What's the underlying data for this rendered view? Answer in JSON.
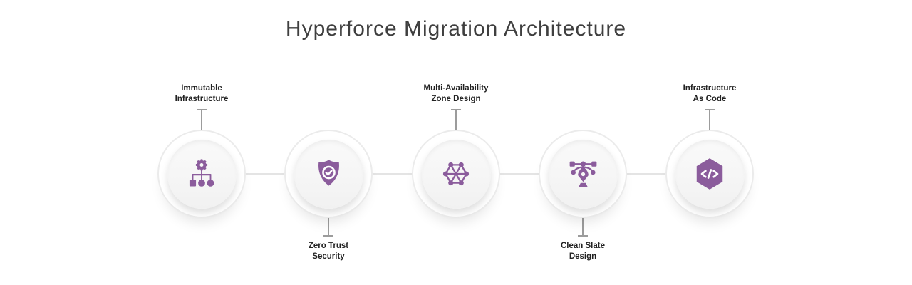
{
  "title": "Hyperforce Migration Architecture",
  "colors": {
    "accent": "#8b5c9c",
    "title_text": "#3f3f3f",
    "label_text": "#222222",
    "connector": "#9c9c9c",
    "flow_line": "#e4e4e4",
    "ring_border": "#ebebeb",
    "inner_circle": "#f5f5f5"
  },
  "nodes": [
    {
      "id": "immutable-infrastructure",
      "label_lines": [
        "Immutable",
        "Infrastructure"
      ],
      "label_position": "above",
      "icon": "sitemap-gear-icon"
    },
    {
      "id": "zero-trust-security",
      "label_lines": [
        "Zero Trust",
        "Security"
      ],
      "label_position": "below",
      "icon": "shield-check-icon"
    },
    {
      "id": "multi-availability-zone-design",
      "label_lines": [
        "Multi-Availability",
        "Zone Design"
      ],
      "label_position": "above",
      "icon": "network-hexagon-icon"
    },
    {
      "id": "clean-slate-design",
      "label_lines": [
        "Clean Slate",
        "Design"
      ],
      "label_position": "below",
      "icon": "pen-tool-icon"
    },
    {
      "id": "infrastructure-as-code",
      "label_lines": [
        "Infrastructure",
        "As Code"
      ],
      "label_position": "above",
      "icon": "code-hexagon-icon"
    }
  ]
}
